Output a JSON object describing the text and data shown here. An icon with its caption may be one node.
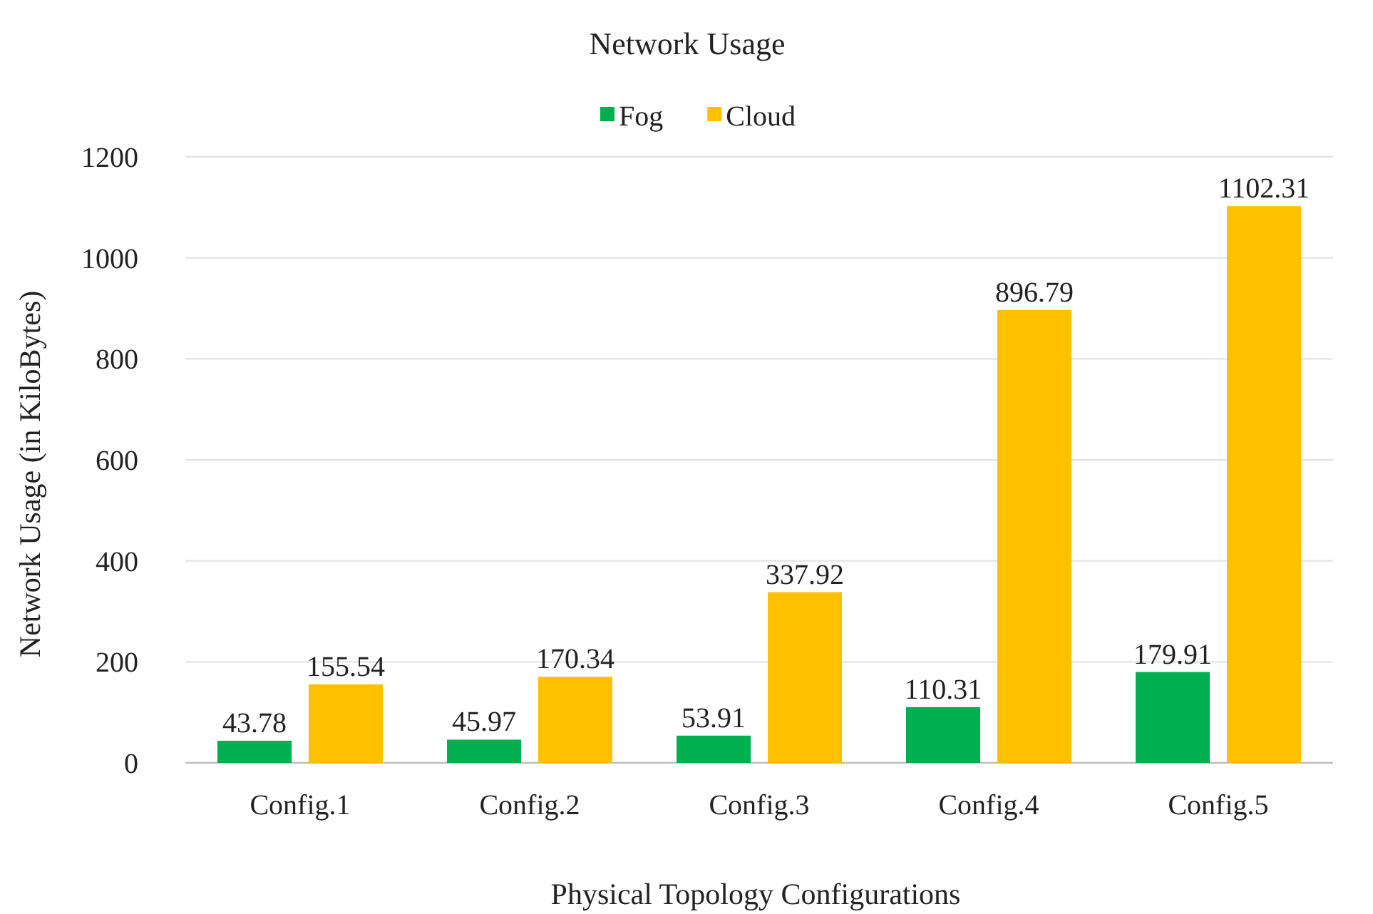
{
  "diagram": {
    "chart_data": {
      "type": "bar",
      "title": "Network Usage",
      "xlabel": "Physical Topology Configurations",
      "ylabel": "Network Usage (in KiloBytes)",
      "categories": [
        "Config.1",
        "Config.2",
        "Config.3",
        "Config.4",
        "Config.5"
      ],
      "series": [
        {
          "name": "Fog",
          "color": "#00b050",
          "values": [
            43.78,
            45.97,
            53.91,
            110.31,
            179.91
          ]
        },
        {
          "name": "Cloud",
          "color": "#ffc000",
          "values": [
            155.54,
            170.34,
            337.92,
            896.79,
            1102.31
          ]
        }
      ],
      "ylim": [
        0,
        1200
      ],
      "yticks": [
        0,
        200,
        400,
        600,
        800,
        1000,
        1200
      ],
      "data_labels": true,
      "grid": true,
      "legend": "top"
    }
  }
}
